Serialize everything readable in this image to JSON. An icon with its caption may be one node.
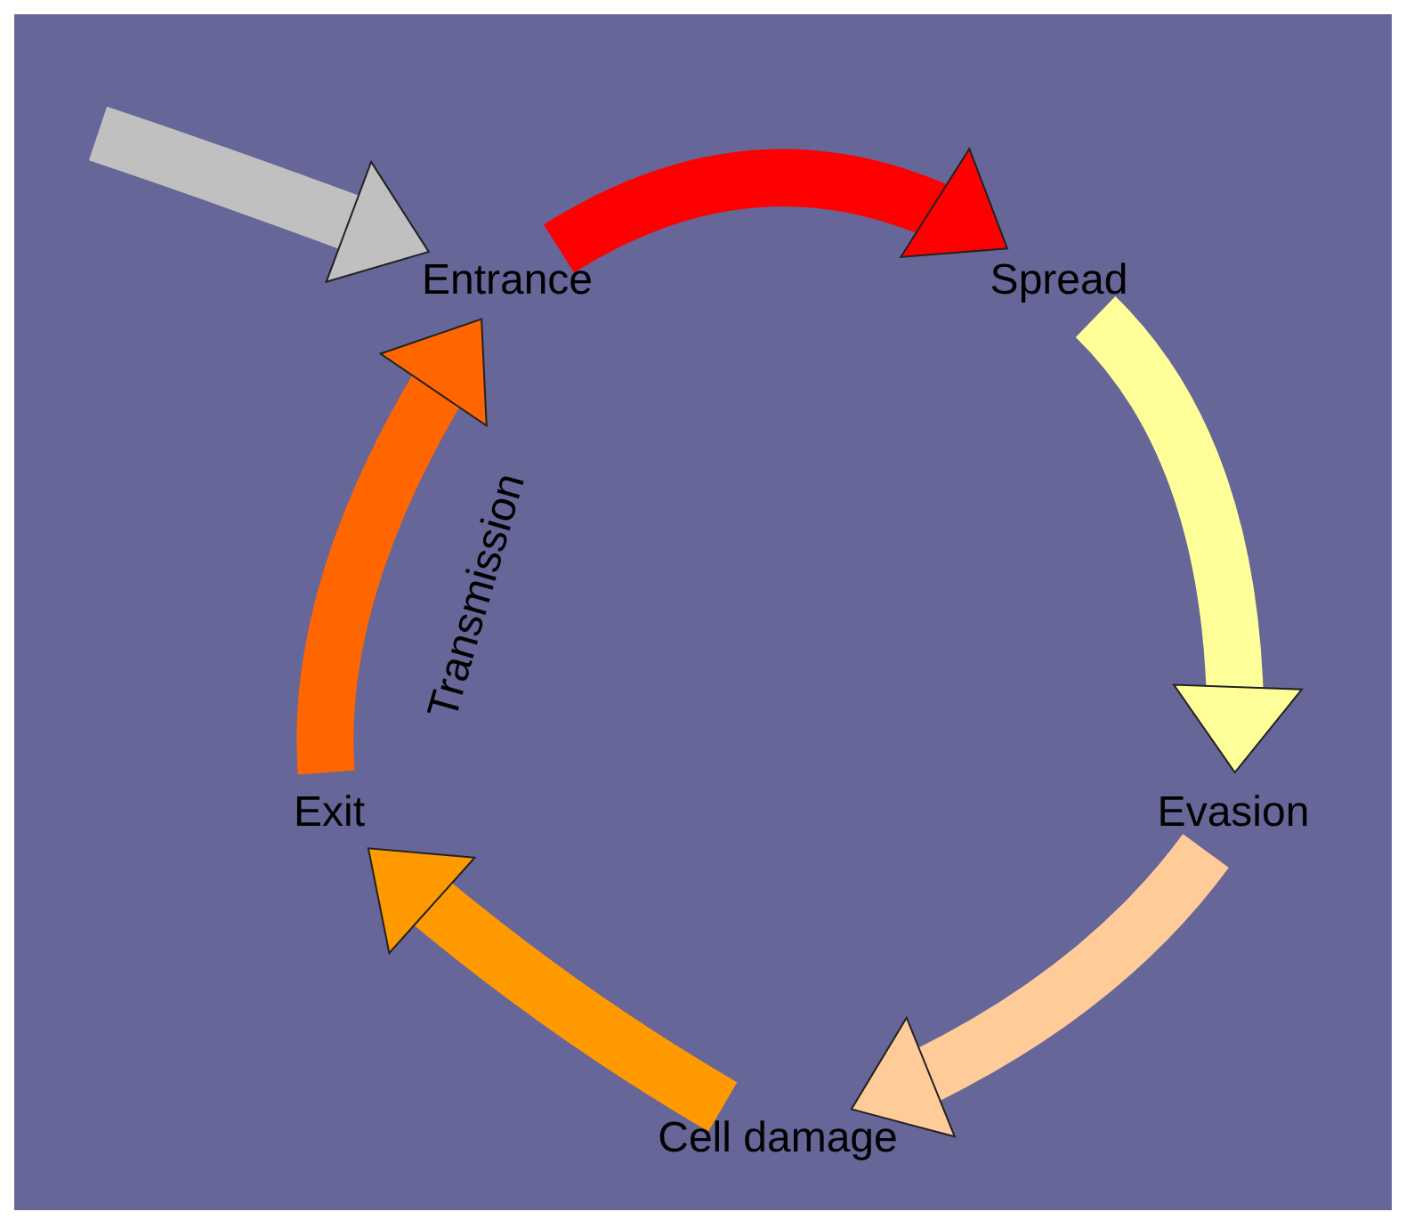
{
  "diagram": {
    "nodes": [
      {
        "text": [
          "Entrance"
        ]
      },
      {
        "text": [
          "Spread"
        ]
      },
      {
        "text": [
          "Evasion"
        ]
      },
      {
        "text": [
          "Cell damage"
        ]
      },
      {
        "text": [
          "Exit"
        ]
      }
    ],
    "edges": [
      {
        "from": 0,
        "to": 1,
        "arrow": "to",
        "color": "#ff0000"
      },
      {
        "from": 1,
        "to": 2,
        "arrow": "to",
        "color": "#ffff99"
      },
      {
        "from": 2,
        "to": 3,
        "arrow": "to",
        "color": "#ffcc99"
      },
      {
        "from": 3,
        "to": 4,
        "arrow": "to",
        "color": "#ff9900"
      },
      {
        "from": 4,
        "to": 0,
        "arrow": "to",
        "label": "Transmission",
        "color": "#ff6600"
      },
      {
        "from": null,
        "to": 0,
        "arrow": "to",
        "color": "#c0c0c0"
      }
    ]
  }
}
